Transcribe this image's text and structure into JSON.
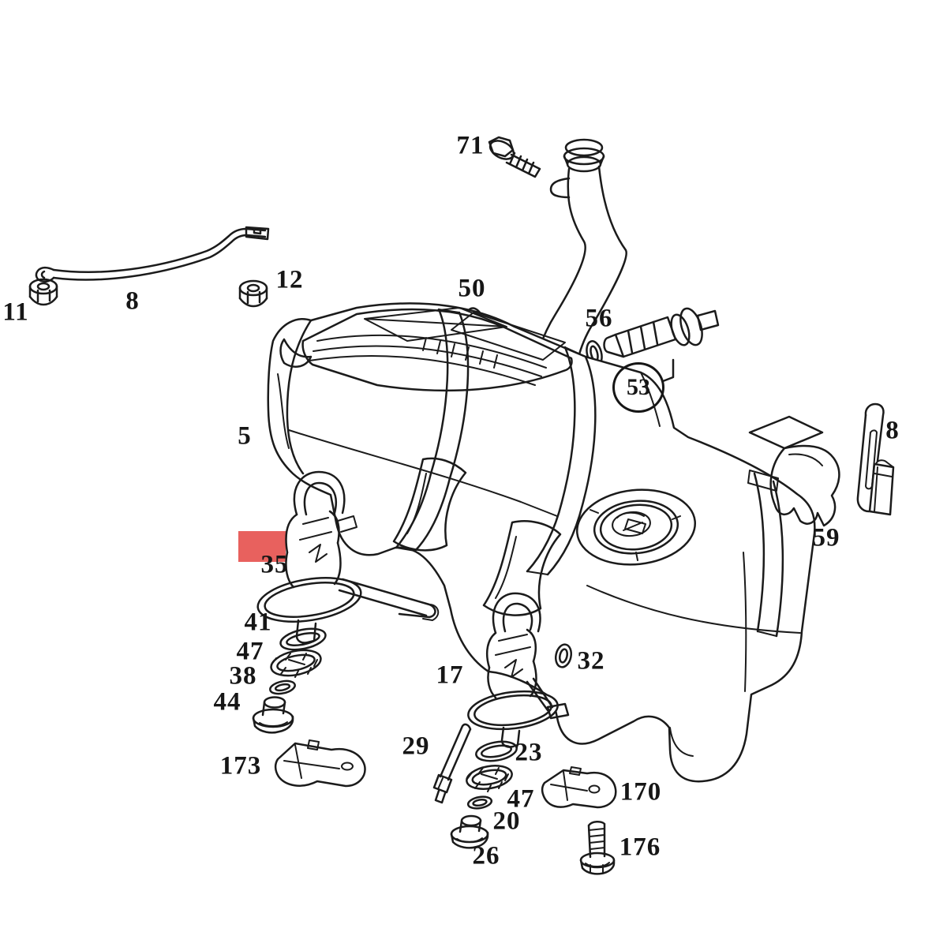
{
  "figure": {
    "type": "exploded-parts-line-diagram",
    "background_color": "#ffffff",
    "line_color": "#1b1b1b",
    "highlight": {
      "color": "#e8615e",
      "label": "35"
    }
  },
  "callouts": [
    {
      "label": "71"
    },
    {
      "label": "11"
    },
    {
      "label": "8"
    },
    {
      "label": "12"
    },
    {
      "label": "50"
    },
    {
      "label": "56"
    },
    {
      "label": "53",
      "style": "circled"
    },
    {
      "label": "5"
    },
    {
      "label": "8"
    },
    {
      "label": "59"
    },
    {
      "label": "35",
      "style": "highlighted"
    },
    {
      "label": "41"
    },
    {
      "label": "47"
    },
    {
      "label": "38"
    },
    {
      "label": "44"
    },
    {
      "label": "173"
    },
    {
      "label": "17"
    },
    {
      "label": "32"
    },
    {
      "label": "29"
    },
    {
      "label": "23"
    },
    {
      "label": "47"
    },
    {
      "label": "20"
    },
    {
      "label": "26"
    },
    {
      "label": "170"
    },
    {
      "label": "176"
    }
  ]
}
